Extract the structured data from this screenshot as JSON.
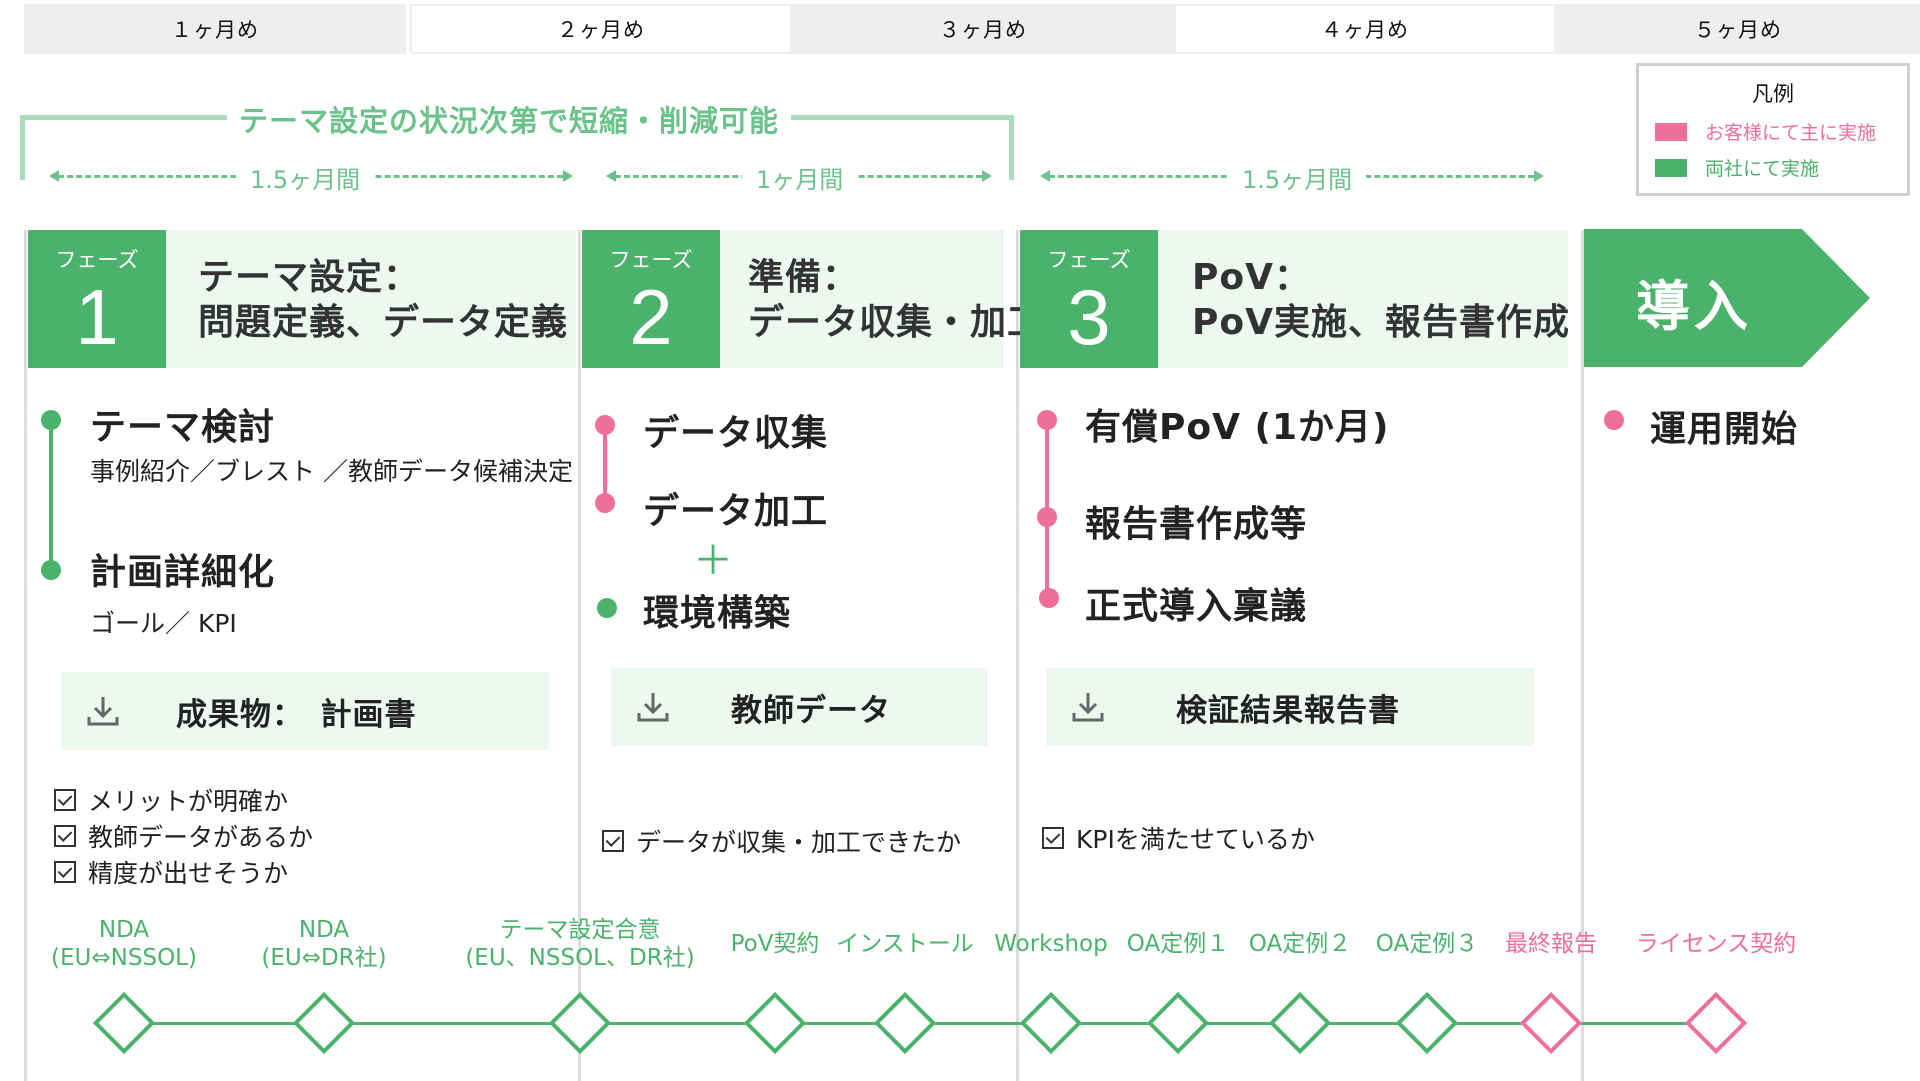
{
  "months": [
    "１ヶ月め",
    "２ヶ月め",
    "３ヶ月め",
    "４ヶ月め",
    "５ヶ月め"
  ],
  "legend": {
    "title": "凡例",
    "items": [
      {
        "label": "お客様にて主に実施",
        "color": "#ef6f9c"
      },
      {
        "label": "両社にて実施",
        "color": "#4bb26b"
      }
    ]
  },
  "note": "テーマ設定の状況次第で短縮・削減可能",
  "durations": [
    "1.5ヶ月間",
    "1ヶ月間",
    "1.5ヶ月間"
  ],
  "phases": [
    {
      "label": "フェーズ",
      "number": "1",
      "title_line1": "テーマ設定：",
      "title_line2": "問題定義、データ定義",
      "steps": [
        {
          "title": "テーマ検討",
          "sub": "事例紹介／ブレスト ／教師データ候補決定",
          "owner": "both"
        },
        {
          "title": "計画詳細化",
          "sub": "ゴール／ KPI",
          "owner": "both"
        }
      ],
      "deliverable": "成果物：　計画書",
      "checks": [
        "メリットが明確か",
        "教師データがあるか",
        "精度が出せそうか"
      ]
    },
    {
      "label": "フェーズ",
      "number": "2",
      "title_line1": "準備：",
      "title_line2": "データ収集・加工",
      "steps": [
        {
          "title": "データ収集",
          "owner": "customer"
        },
        {
          "title": "データ加工",
          "owner": "customer"
        },
        {
          "title": "環境構築",
          "owner": "both"
        }
      ],
      "plus": "＋",
      "deliverable": "教師データ",
      "checks": [
        "データが収集・加工できたか"
      ]
    },
    {
      "label": "フェーズ",
      "number": "3",
      "title_line1": "PoV：",
      "title_line2": "PoV実施、報告書作成",
      "steps": [
        {
          "title": "有償PoV (1か月)",
          "owner": "customer"
        },
        {
          "title": "報告書作成等",
          "owner": "customer"
        },
        {
          "title": "正式導入稟議",
          "owner": "customer"
        }
      ],
      "deliverable": "検証結果報告書",
      "checks": [
        "KPIを満たせているか"
      ]
    }
  ],
  "intro": {
    "title": "導入",
    "steps": [
      {
        "title": "運用開始",
        "owner": "customer"
      }
    ]
  },
  "milestones": [
    {
      "line1": "NDA",
      "line2": "(EU⇔NSSOL)",
      "owner": "both"
    },
    {
      "line1": "NDA",
      "line2": "(EU⇔DR社)",
      "owner": "both"
    },
    {
      "line1": "テーマ設定合意",
      "line2": "(EU、NSSOL、DR社)",
      "owner": "both"
    },
    {
      "line1": "PoV契約",
      "line2": "",
      "owner": "both"
    },
    {
      "line1": "インストール",
      "line2": "",
      "owner": "both"
    },
    {
      "line1": "Workshop",
      "line2": "",
      "owner": "both"
    },
    {
      "line1": "OA定例１",
      "line2": "",
      "owner": "both"
    },
    {
      "line1": "OA定例２",
      "line2": "",
      "owner": "both"
    },
    {
      "line1": "OA定例３",
      "line2": "",
      "owner": "both"
    },
    {
      "line1": "最終報告",
      "line2": "",
      "owner": "customer"
    },
    {
      "line1": "ライセンス契約",
      "line2": "",
      "owner": "customer"
    }
  ],
  "colors": {
    "green": "#4bb26b",
    "pink": "#ef6f9c",
    "light_green": "#edf8f1"
  },
  "icons": [
    "download-icon",
    "checkbox-icon",
    "diamond-milestone-icon"
  ]
}
